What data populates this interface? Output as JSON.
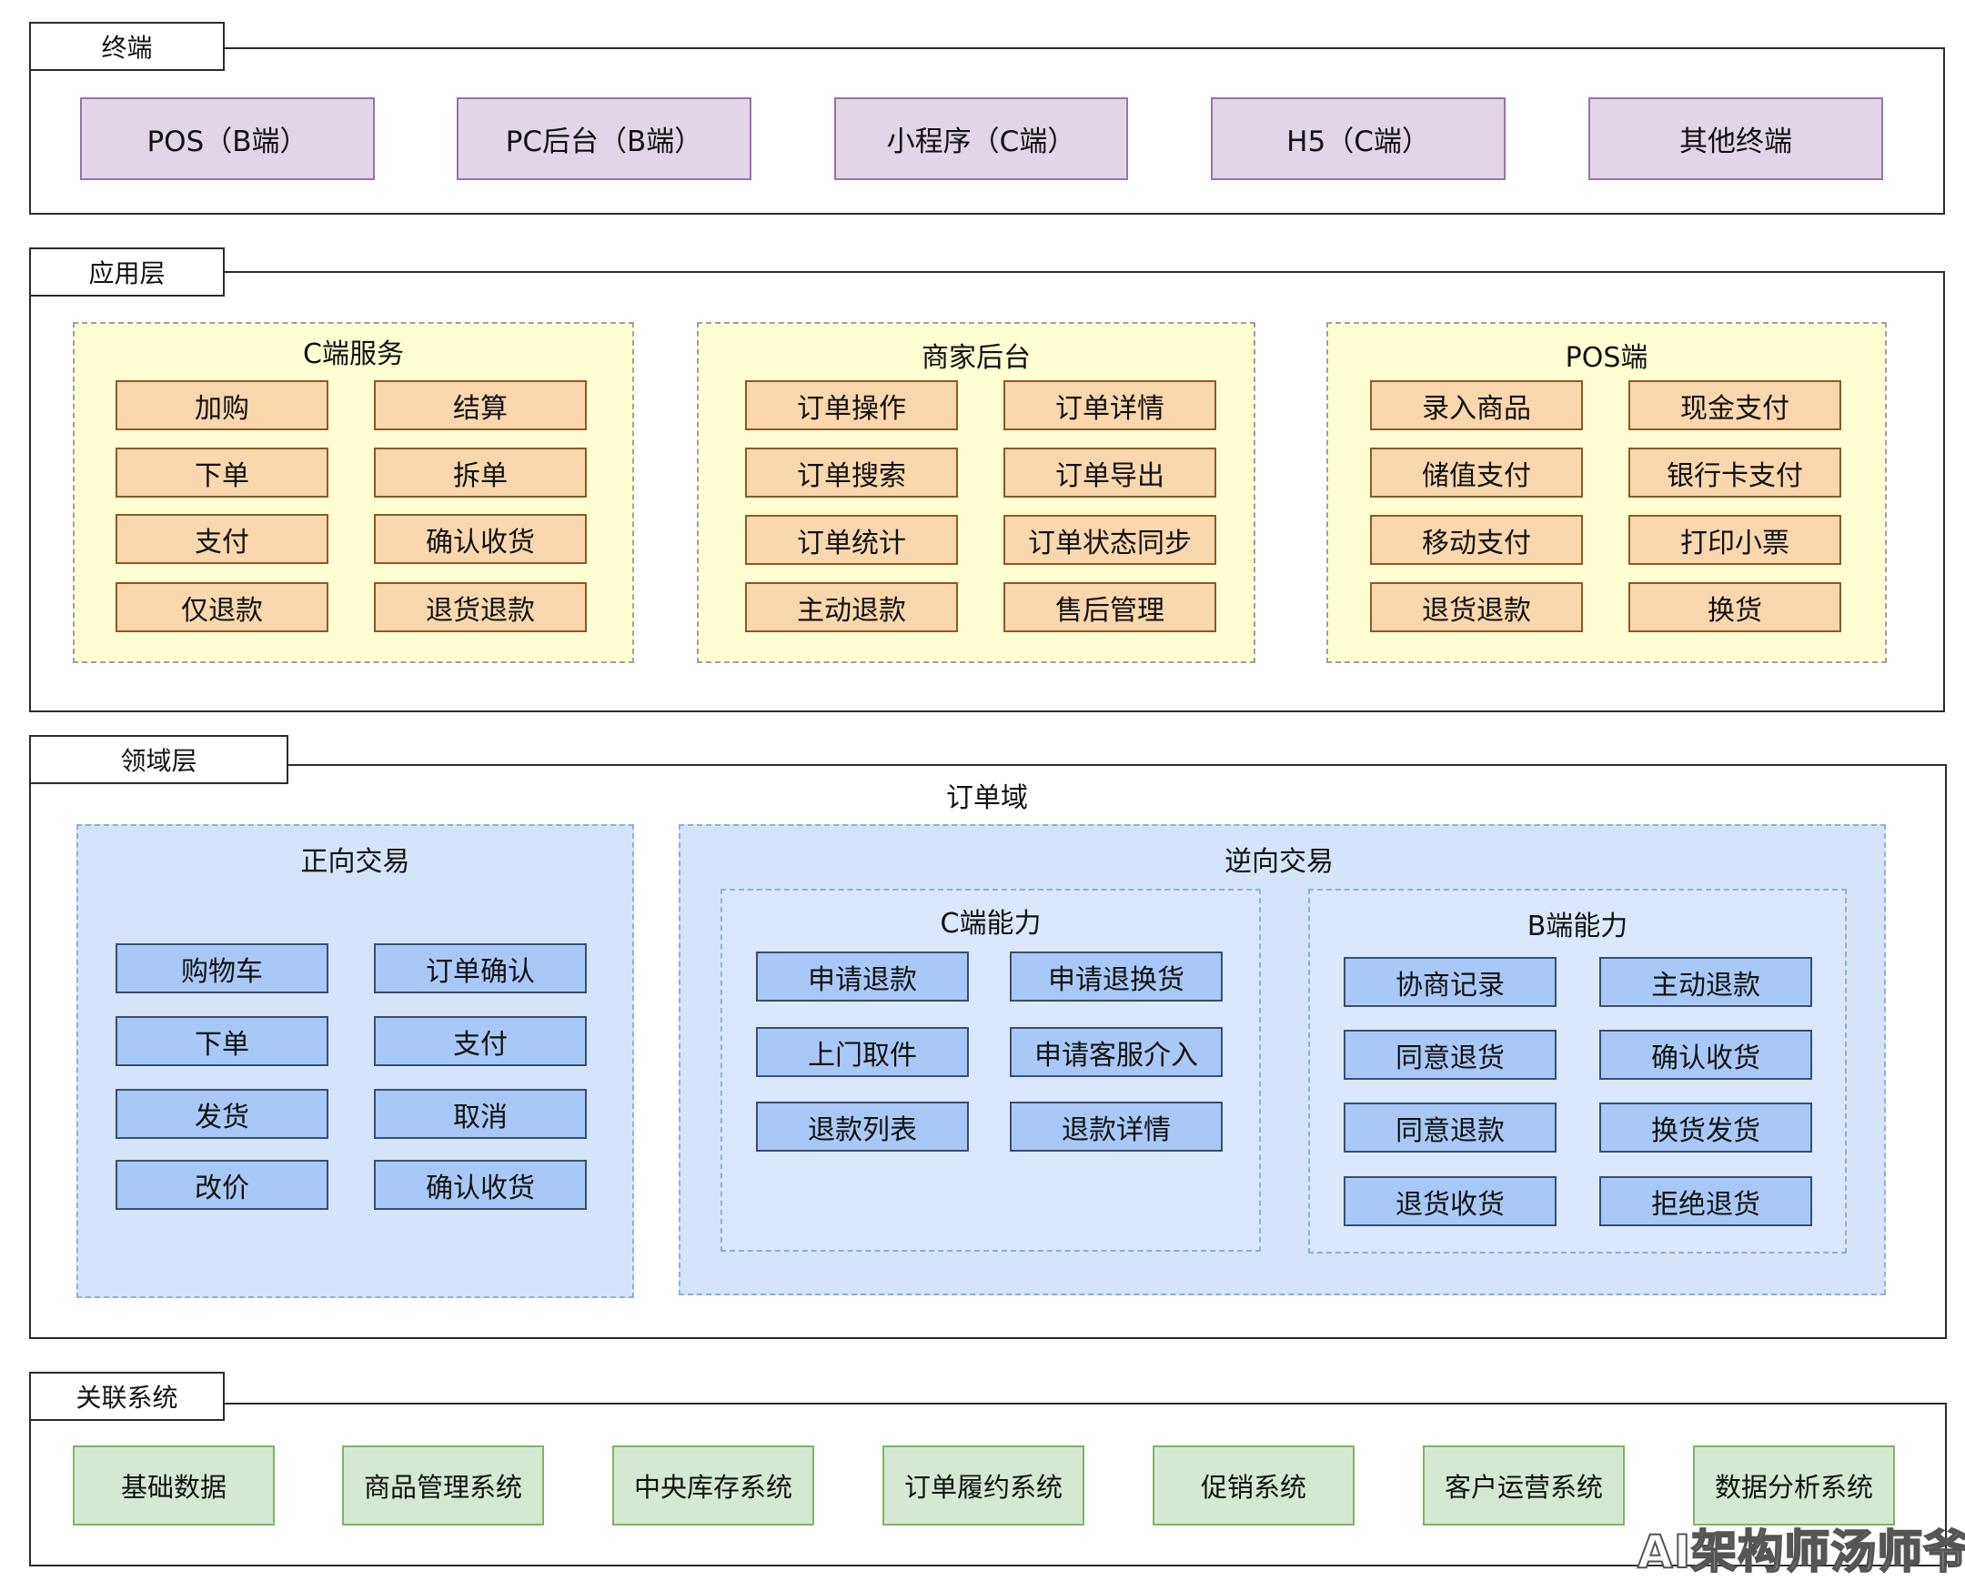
{
  "terminal": {
    "label": "终端",
    "items": [
      "POS（B端）",
      "PC后台（B端）",
      "小程序（C端）",
      "H5（C端）",
      "其他终端"
    ]
  },
  "app": {
    "label": "应用层",
    "c_service": {
      "title": "C端服务",
      "items": [
        "加购",
        "结算",
        "下单",
        "拆单",
        "支付",
        "确认收货",
        "仅退款",
        "退货退款"
      ]
    },
    "merchant": {
      "title": "商家后台",
      "items": [
        "订单操作",
        "订单详情",
        "订单搜索",
        "订单导出",
        "订单统计",
        "订单状态同步",
        "主动退款",
        "售后管理"
      ]
    },
    "pos": {
      "title": "POS端",
      "items": [
        "录入商品",
        "现金支付",
        "储值支付",
        "银行卡支付",
        "移动支付",
        "打印小票",
        "退货退款",
        "换货"
      ]
    }
  },
  "domain": {
    "label": "领域层",
    "order_domain": "订单域",
    "forward": {
      "title": "正向交易",
      "items": [
        "购物车",
        "订单确认",
        "下单",
        "支付",
        "发货",
        "取消",
        "改价",
        "确认收货"
      ]
    },
    "reverse": {
      "title": "逆向交易",
      "c_ability": {
        "title": "C端能力",
        "items": [
          "申请退款",
          "申请退换货",
          "上门取件",
          "申请客服介入",
          "退款列表",
          "退款详情"
        ]
      },
      "b_ability": {
        "title": "B端能力",
        "items": [
          "协商记录",
          "主动退款",
          "同意退货",
          "确认收货",
          "同意退款",
          "换货发货",
          "退货收货",
          "拒绝退货"
        ]
      }
    }
  },
  "related": {
    "label": "关联系统",
    "items": [
      "基础数据",
      "商品管理系统",
      "中央库存系统",
      "订单履约系统",
      "促销系统",
      "客户运营系统",
      "数据分析系统"
    ]
  },
  "watermark": "AI架构师汤师爷"
}
